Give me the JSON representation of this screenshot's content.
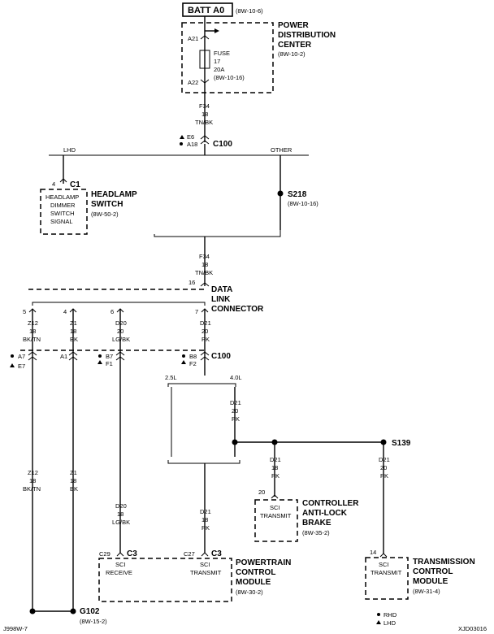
{
  "batt": {
    "label": "BATT A0",
    "ref": "(8W-10-6)"
  },
  "pdc": {
    "line1": "POWER",
    "line2": "DISTRIBUTION",
    "line3": "CENTER",
    "ref": "(8W-10-2)",
    "pin_in": "A21",
    "pin_out": "A22",
    "fuse_label": "FUSE",
    "fuse_no": "17",
    "fuse_amp": "20A",
    "fuse_ref": "(8W-10-16)"
  },
  "wire_f34_top": {
    "circuit": "F34",
    "gauge": "18",
    "color": "TN/BK"
  },
  "c100_top": {
    "label": "C100",
    "pin_a": "E6",
    "pin_b": "A18"
  },
  "branch": {
    "lhd": "LHD",
    "other": "OTHER"
  },
  "headlamp": {
    "pin": "4",
    "conn": "C1",
    "line1": "HEADLAMP",
    "line2": "DIMMER",
    "line3": "SWITCH",
    "line4": "SIGNAL",
    "title1": "HEADLAMP",
    "title2": "SWITCH",
    "ref": "(8W-50-2)"
  },
  "s218": {
    "label": "S218",
    "ref": "(8W-10-16)"
  },
  "wire_f34_mid": {
    "circuit": "F34",
    "gauge": "18",
    "color": "TN/BK"
  },
  "dlc": {
    "pin": "16",
    "line1": "DATA",
    "line2": "LINK",
    "line3": "CONNECTOR",
    "pins": [
      "5",
      "4",
      "6",
      "7"
    ]
  },
  "wires_dlc": [
    {
      "circuit": "Z12",
      "gauge": "18",
      "color": "BK/TN"
    },
    {
      "circuit": "Z1",
      "gauge": "18",
      "color": "BK"
    },
    {
      "circuit": "D20",
      "gauge": "20",
      "color": "LG/BK"
    },
    {
      "circuit": "D21",
      "gauge": "20",
      "color": "PK"
    }
  ],
  "c100_bottom": {
    "label": "C100",
    "pins": [
      {
        "a": "A7",
        "b": "E7"
      },
      {
        "a": "A1",
        "b": ""
      },
      {
        "a": "B7",
        "b": "F1"
      },
      {
        "a": "B8",
        "b": "F2"
      }
    ]
  },
  "engine": {
    "l25": "2.5L",
    "l40": "4.0L"
  },
  "wire_d21_40": {
    "circuit": "D21",
    "gauge": "20",
    "color": "PK"
  },
  "s139": {
    "label": "S139"
  },
  "wire_d21_cab": {
    "circuit": "D21",
    "gauge": "18",
    "color": "PK"
  },
  "wire_d21_tcm": {
    "circuit": "D21",
    "gauge": "20",
    "color": "PK"
  },
  "wires_lower": [
    {
      "circuit": "Z12",
      "gauge": "18",
      "color": "BK/TN"
    },
    {
      "circuit": "Z1",
      "gauge": "18",
      "color": "BK"
    },
    {
      "circuit": "D20",
      "gauge": "18",
      "color": "LG/BK"
    },
    {
      "circuit": "D21",
      "gauge": "18",
      "color": "PK"
    }
  ],
  "cab": {
    "pin": "20",
    "line1": "SCI",
    "line2": "TRANSMIT",
    "title1": "CONTROLLER",
    "title2": "ANTI-LOCK",
    "title3": "BRAKE",
    "ref": "(8W-35-2)"
  },
  "pcm": {
    "pin_a": "C29",
    "conn_a": "C3",
    "pin_b": "C27",
    "conn_b": "C3",
    "recv1": "SCI",
    "recv2": "RECEIVE",
    "tx1": "SCI",
    "tx2": "TRANSMIT",
    "title1": "POWERTRAIN",
    "title2": "CONTROL",
    "title3": "MODULE",
    "ref": "(8W-30-2)"
  },
  "tcm": {
    "pin": "14",
    "line1": "SCI",
    "line2": "TRANSMIT",
    "title1": "TRANSMISSION",
    "title2": "CONTROL",
    "title3": "MODULE",
    "ref": "(8W-31-4)"
  },
  "ground": {
    "label": "G102",
    "ref": "(8W-15-2)"
  },
  "legend": {
    "rhd": "RHD",
    "lhd": "LHD"
  },
  "footer": {
    "left": "J998W-7",
    "right": "XJD03016"
  }
}
